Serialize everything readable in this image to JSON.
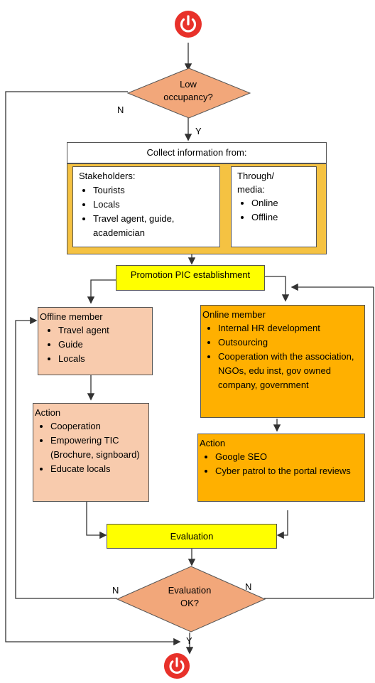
{
  "start": {
    "icon": "power-icon"
  },
  "end": {
    "icon": "power-icon"
  },
  "decision1": {
    "line1": "Low",
    "line2": "occupancy?",
    "yes": "Y",
    "no": "N"
  },
  "collect": {
    "title": "Collect information from:"
  },
  "stakeholders": {
    "title": "Stakeholders:",
    "items": [
      "Tourists",
      "Locals",
      "Travel agent, guide, academician"
    ]
  },
  "through": {
    "title_line1": "Through/",
    "title_line2": "media:",
    "items": [
      "Online",
      "Offline"
    ]
  },
  "promotion": {
    "label": "Promotion PIC establishment"
  },
  "offline": {
    "title": "Offline member",
    "items": [
      "Travel agent",
      "Guide",
      "Locals"
    ]
  },
  "online": {
    "title": "Online member",
    "items": [
      "Internal HR development",
      "Outsourcing",
      "Cooperation with the association, NGOs, edu inst, gov owned company, government"
    ]
  },
  "action_left": {
    "title": "Action",
    "items": [
      "Cooperation",
      "Empowering TIC (Brochure, signboard)",
      "Educate locals"
    ]
  },
  "action_right": {
    "title": "Action",
    "items": [
      "Google SEO",
      "Cyber patrol to the portal reviews"
    ]
  },
  "evaluation": {
    "label": "Evaluation"
  },
  "decision2": {
    "line1": "Evaluation",
    "line2": "OK?",
    "yes": "Y",
    "no_left": "N",
    "no_right": "N"
  },
  "colors": {
    "power": "#e8312a",
    "diamond": "#f2a77a",
    "gold": "#f5c242",
    "yellow": "#ffff00",
    "peach": "#f8cbad",
    "orange": "#ffb000"
  }
}
